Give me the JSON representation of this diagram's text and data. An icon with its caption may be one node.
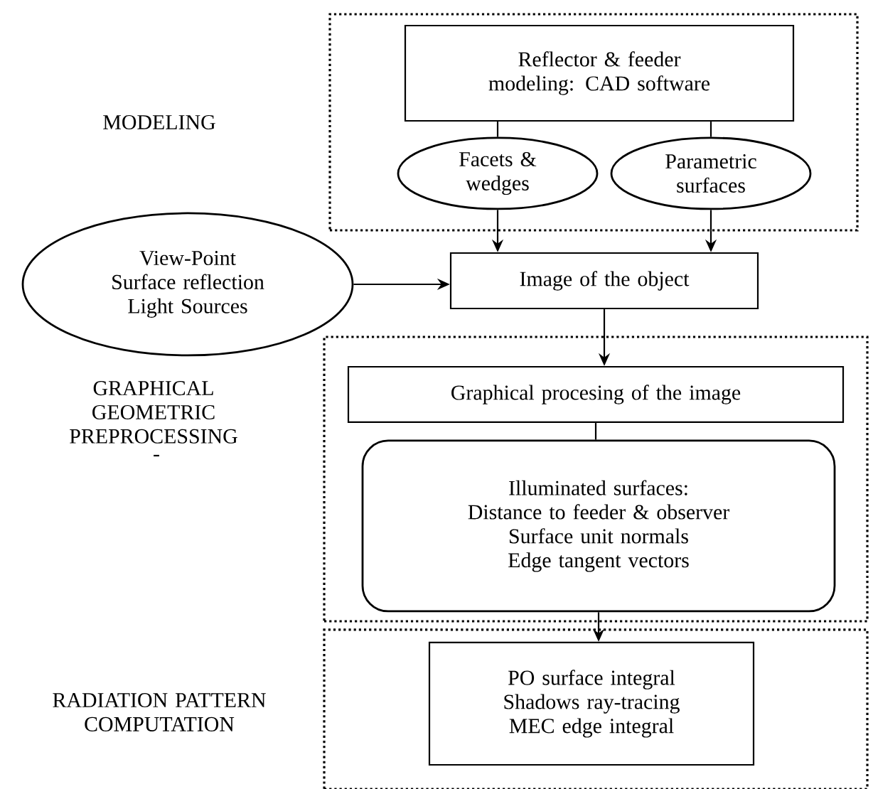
{
  "diagram": {
    "nodes": [
      {
        "text": [],
        "shape": "box"
      },
      {
        "text": [
          "Reflector & feeder modeling: CAD software"
        ],
        "in": 0
      },
      {
        "text": [
          "Facets & wedges"
        ],
        "in": 0
      },
      {
        "text": [
          "Parametric surfaces"
        ],
        "in": 0
      },
      {
        "text": [
          "View-Point",
          "Surface reflection",
          "Light Sources"
        ]
      },
      {
        "text": [
          "Image of the object"
        ]
      },
      {
        "text": [],
        "shape": "box"
      },
      {
        "text": [
          "Graphical procesing of the image"
        ],
        "in": 6
      },
      {
        "text": [
          "Illuminated surfaces:",
          "Distance to feeder & observer",
          "Surface unit normals",
          "Edge tangent vectors"
        ],
        "in": 6
      },
      {
        "text": [],
        "shape": "box"
      },
      {
        "text": [
          "PO surface integral",
          "Shadows ray-tracing",
          "MEC edge integral"
        ],
        "in": 9
      }
    ],
    "edges": [
      {
        "from": 1,
        "to": 2,
        "arrow": "none"
      },
      {
        "from": 1,
        "to": 3,
        "arrow": "none"
      },
      {
        "from": 2,
        "to": 5,
        "arrow": "to"
      },
      {
        "from": 3,
        "to": 5,
        "arrow": "to"
      },
      {
        "from": 4,
        "to": 5,
        "arrow": "to"
      },
      {
        "from": 5,
        "to": 7,
        "arrow": "to"
      },
      {
        "from": 7,
        "to": 8,
        "arrow": "none"
      },
      {
        "from": 8,
        "to": 10,
        "arrow": "to"
      }
    ],
    "labels": [
      "MODELING",
      "GRAPHICAL GEOMETRIC PREPROCESSING",
      "-",
      "RADIATION PATTERN COMPUTATION"
    ]
  }
}
